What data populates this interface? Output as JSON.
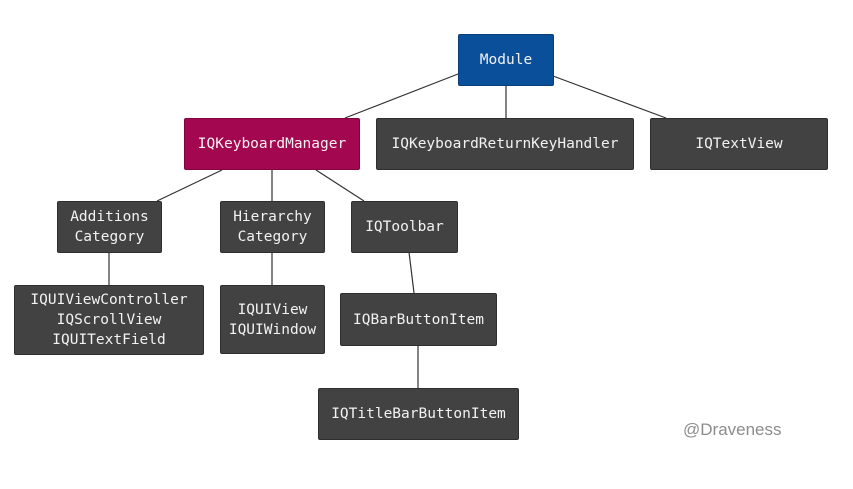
{
  "nodes": {
    "module": [
      "Module"
    ],
    "iqkeyboardmanager": [
      "IQKeyboardManager"
    ],
    "returnkeyhandler": [
      "IQKeyboardReturnKeyHandler"
    ],
    "textview": [
      "IQTextView"
    ],
    "additions": [
      "Additions",
      "Category"
    ],
    "hierarchy": [
      "Hierarchy",
      "Category"
    ],
    "toolbar": [
      "IQToolbar"
    ],
    "uiviewcontroller": [
      "IQUIViewController",
      "IQScrollView",
      "IQUITextField"
    ],
    "uiview": [
      "IQUIView",
      "IQUIWindow"
    ],
    "barbuttonitem": [
      "IQBarButtonItem"
    ],
    "titlebarbuttonitem": [
      "IQTitleBarButtonItem"
    ]
  },
  "colors": {
    "module": "#0a4f9a",
    "keyboard_manager": "#a3074f",
    "default_node": "#424242",
    "edge": "#333333"
  },
  "watermark": "@Draveness"
}
